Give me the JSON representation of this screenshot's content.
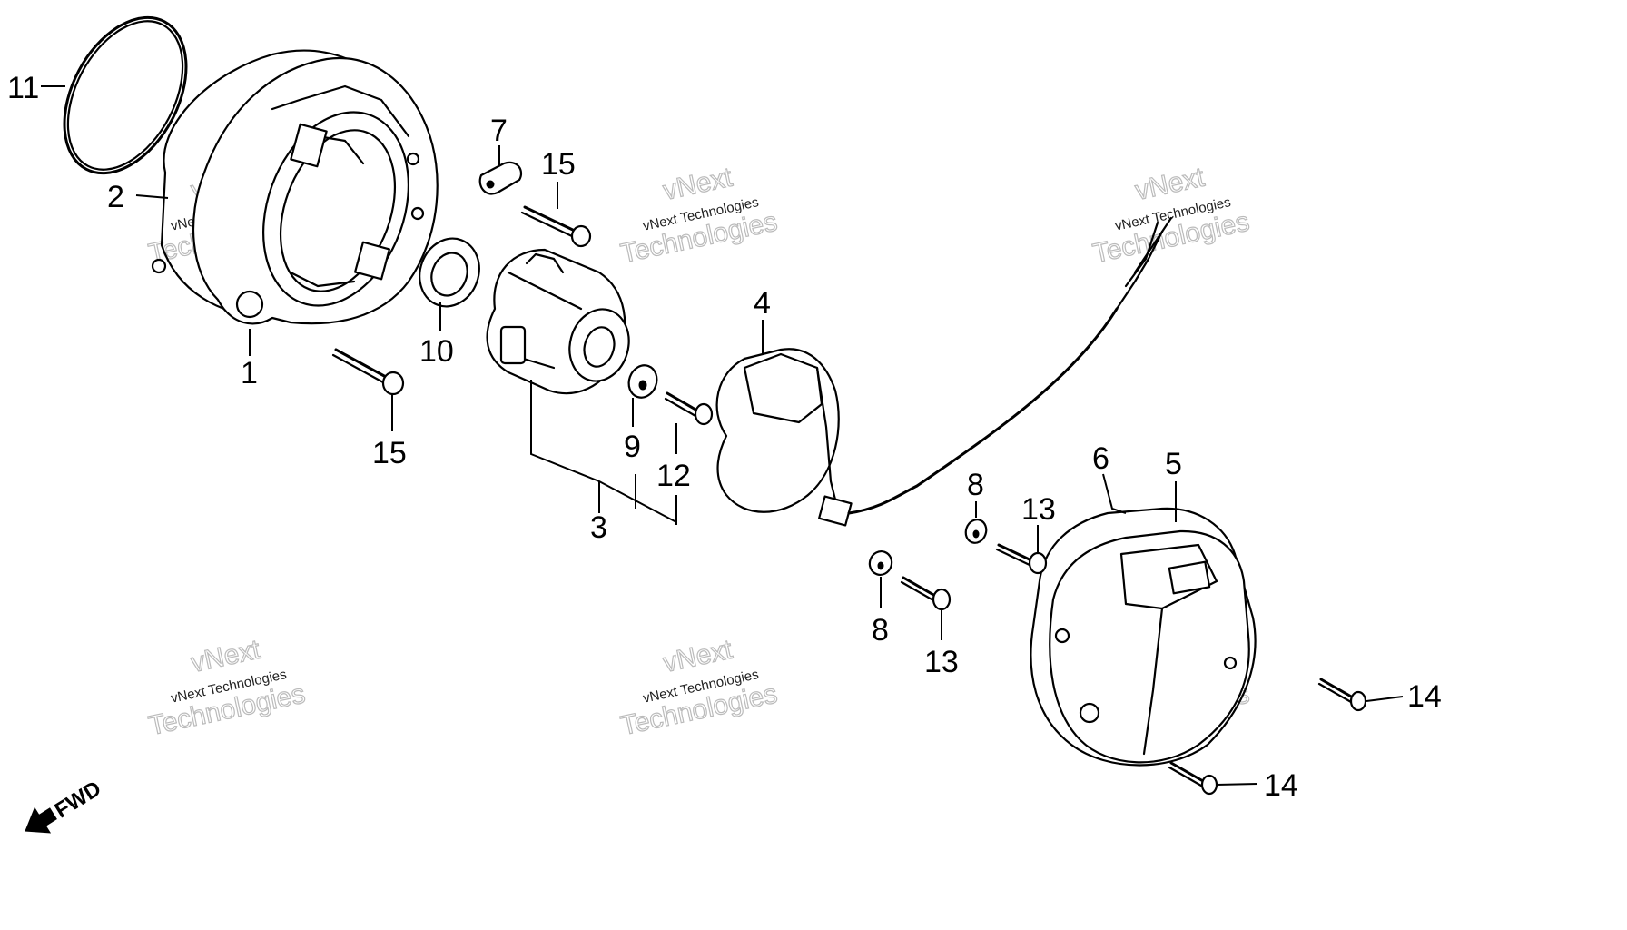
{
  "callouts": {
    "c1": "1",
    "c2": "2",
    "c3": "3",
    "c4": "4",
    "c5": "5",
    "c6": "6",
    "c7": "7",
    "c8a": "8",
    "c8b": "8",
    "c9": "9",
    "c10": "10",
    "c11": "11",
    "c12": "12",
    "c13a": "13",
    "c13b": "13",
    "c14a": "14",
    "c14b": "14",
    "c15a": "15",
    "c15b": "15"
  },
  "direction_label": "FWD",
  "watermark": {
    "brand_short": "vNext",
    "company_name": "vNext Technologies",
    "brand_long": "Technologies"
  },
  "colors": {
    "ink": "#000000",
    "background": "#ffffff",
    "watermark": "#bbbbbb"
  }
}
